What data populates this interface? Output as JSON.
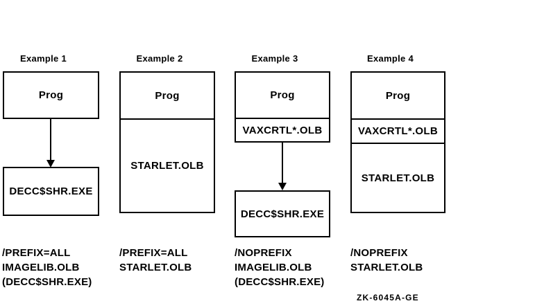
{
  "diagram": {
    "examples": [
      {
        "title": "Example 1",
        "prog_box": "Prog",
        "shared_image_box": "DECC$SHR.EXE",
        "caption": [
          "/PREFIX=ALL",
          "IMAGELIB.OLB",
          "(DECC$SHR.EXE)"
        ]
      },
      {
        "title": "Example 2",
        "compartments": [
          "Prog",
          "STARLET.OLB"
        ],
        "caption": [
          "/PREFIX=ALL",
          "STARLET.OLB"
        ]
      },
      {
        "title": "Example 3",
        "compartments": [
          "Prog",
          "VAXCRTL*.OLB"
        ],
        "shared_image_box": "DECC$SHR.EXE",
        "caption": [
          "/NOPREFIX",
          "IMAGELIB.OLB",
          "(DECC$SHR.EXE)"
        ]
      },
      {
        "title": "Example 4",
        "compartments": [
          "Prog",
          "VAXCRTL*.OLB",
          "STARLET.OLB"
        ],
        "caption": [
          "/NOPREFIX",
          "STARLET.OLB"
        ]
      }
    ],
    "figure_code": "ZK-6045A-GE",
    "colors": {
      "foreground": "#000000",
      "background": "#ffffff"
    }
  }
}
